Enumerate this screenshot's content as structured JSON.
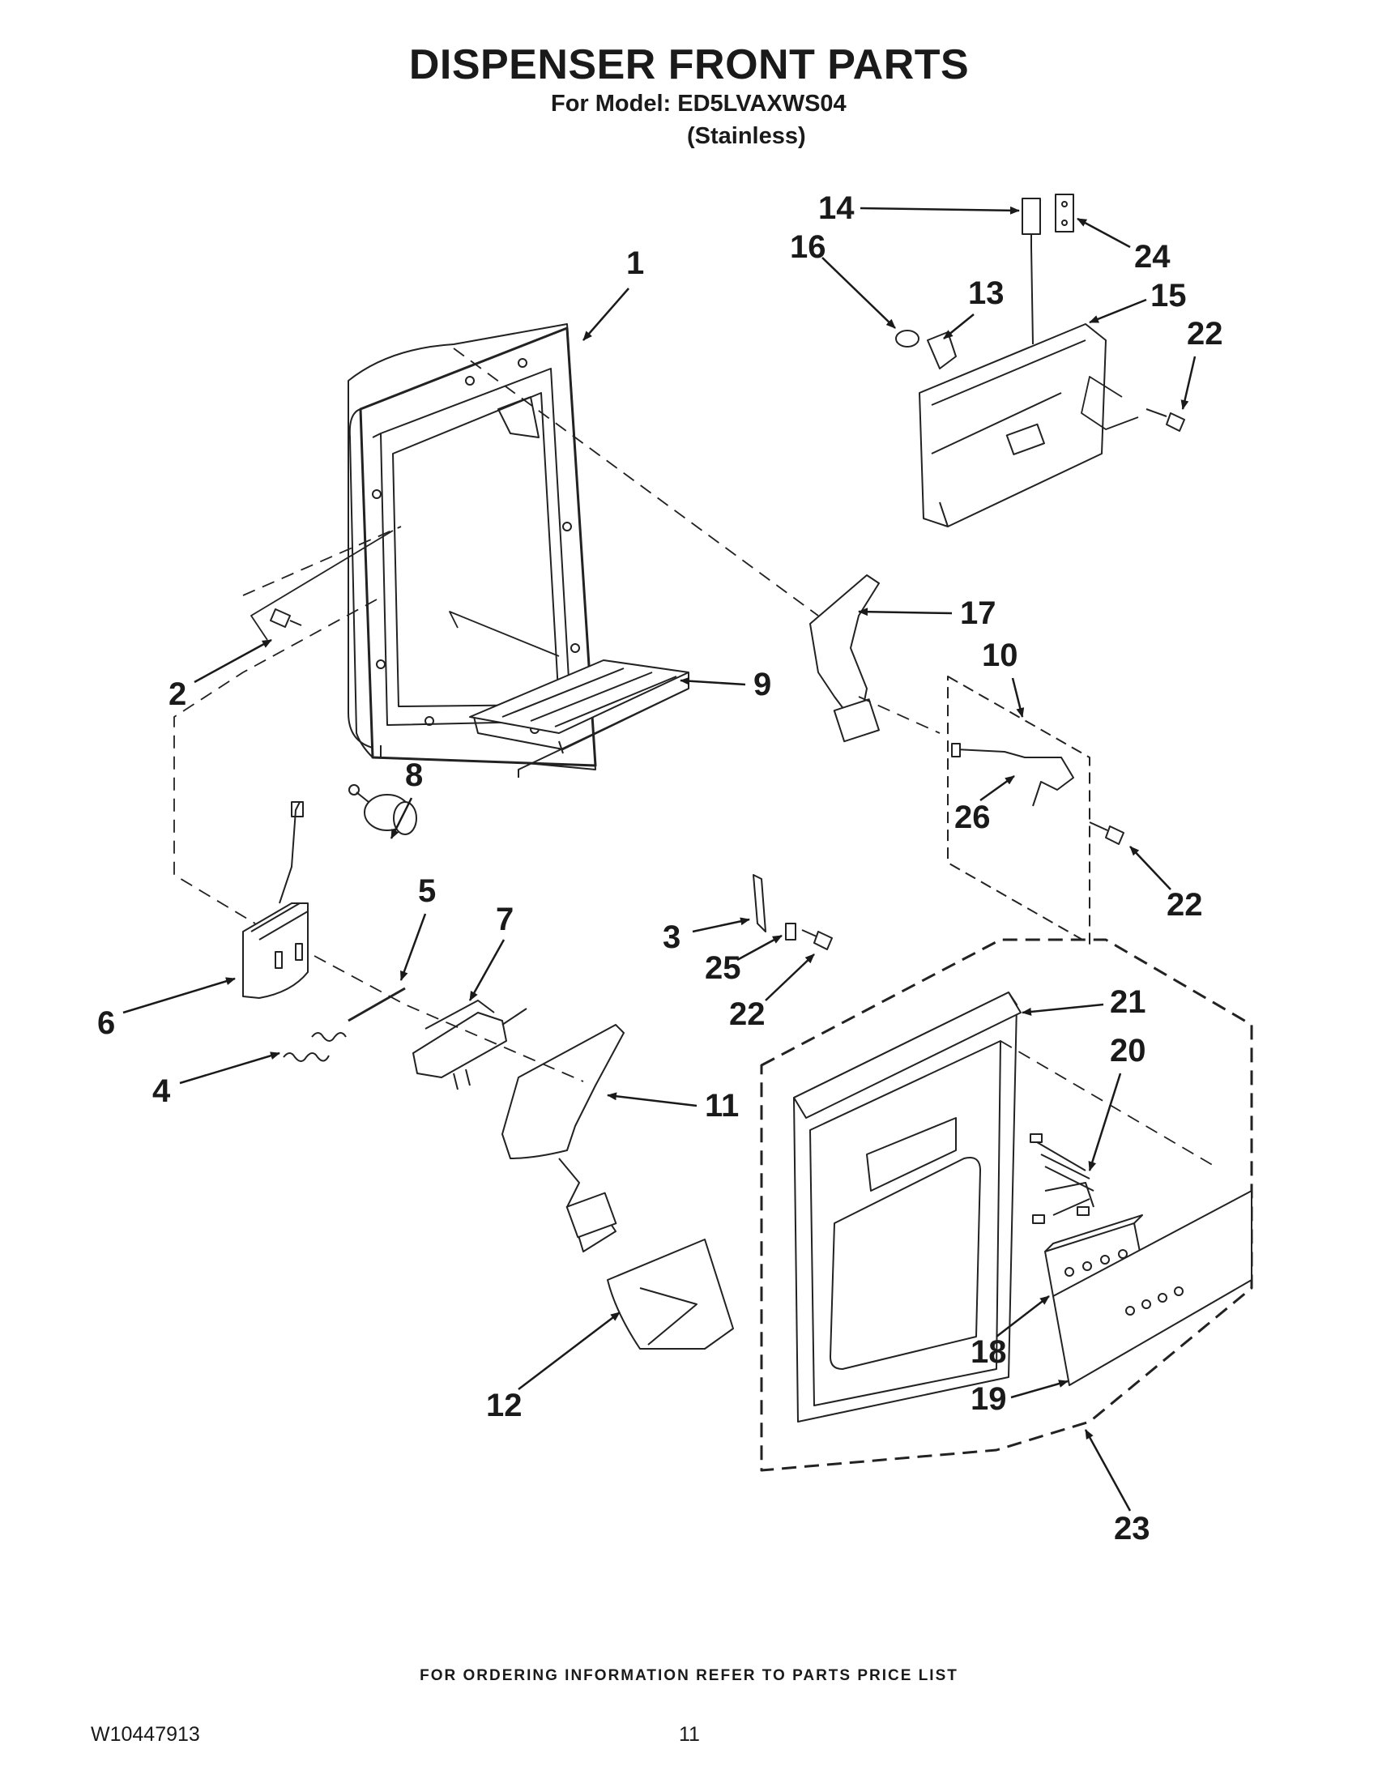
{
  "header": {
    "title": "DISPENSER FRONT PARTS",
    "model_line": "For Model: ED5LVAXWS04",
    "variant": "(Stainless)"
  },
  "callouts": [
    "1",
    "2",
    "3",
    "4",
    "5",
    "6",
    "7",
    "8",
    "9",
    "10",
    "11",
    "12",
    "13",
    "14",
    "15",
    "16",
    "17",
    "18",
    "19",
    "20",
    "21",
    "22",
    "22",
    "22",
    "22",
    "23",
    "24",
    "25",
    "26"
  ],
  "footer": {
    "ordering_note": "FOR ORDERING INFORMATION REFER TO PARTS PRICE LIST",
    "document_number": "W10447913",
    "page_number": "11"
  }
}
